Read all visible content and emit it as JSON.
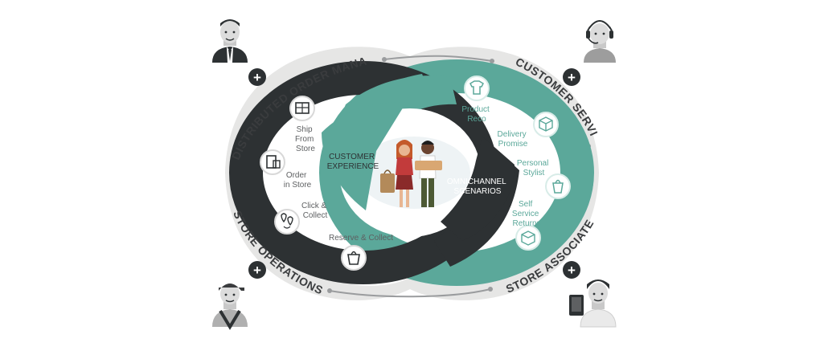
{
  "colors": {
    "teal": "#5ba89a",
    "dark": "#2d3133",
    "outer_ring": "#e6e6e5",
    "gray_text": "#5e6062",
    "teal_text": "#5ba89a",
    "white": "#ffffff"
  },
  "arc_labels": {
    "top_left": "DISTRIBUTED ORDER MANAGEMENT",
    "top_right": "CUSTOMER SERVICE",
    "bottom_left": "STORE OPERATIONS",
    "bottom_right": "STORE ASSOCIATE APP"
  },
  "center": {
    "customer_experience": [
      "CUSTOMER",
      "EXPERIENCE"
    ],
    "omnichannel_scenarios": [
      "OMNICHANNEL",
      "SCENARIOS"
    ]
  },
  "left_items": [
    {
      "icon": "ship-from-store-icon",
      "lines": [
        "Ship",
        "From",
        "Store"
      ]
    },
    {
      "icon": "order-in-store-icon",
      "lines": [
        "Order",
        "in Store"
      ]
    },
    {
      "icon": "click-collect-icon",
      "lines": [
        "Click &",
        "Collect"
      ]
    },
    {
      "icon": "reserve-collect-icon",
      "lines": [
        "Reserve & Collect"
      ]
    }
  ],
  "right_items": [
    {
      "icon": "product-reco-icon",
      "lines": [
        "Product",
        "Reco"
      ]
    },
    {
      "icon": "delivery-promise-icon",
      "lines": [
        "Delivery",
        "Promise"
      ]
    },
    {
      "icon": "personal-stylist-icon",
      "lines": [
        "Personal",
        "Stylist"
      ]
    },
    {
      "icon": "self-service-returns-icon",
      "lines": [
        "Self",
        "Service",
        "Returns"
      ]
    }
  ],
  "plus_symbol": "+",
  "personas": [
    "manager-avatar",
    "call-center-agent-avatar",
    "store-worker-avatar",
    "store-associate-avatar"
  ]
}
